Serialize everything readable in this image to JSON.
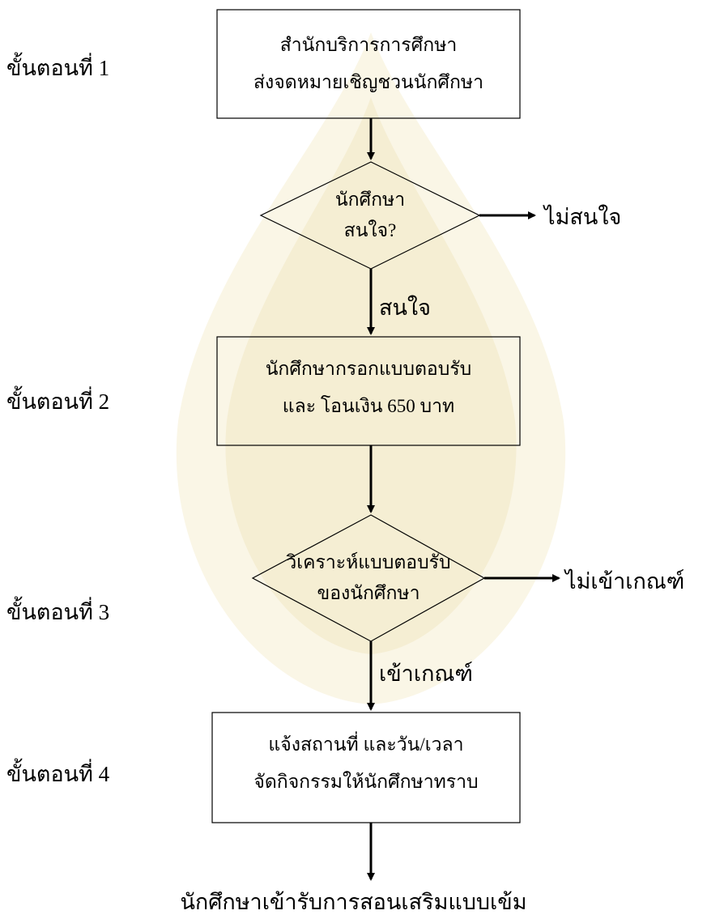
{
  "steps": [
    "ขั้นตอนที่ 1",
    "ขั้นตอนที่ 2",
    "ขั้นตอนที่ 3",
    "ขั้นตอนที่ 4"
  ],
  "box1": {
    "line1": "สำนักบริการการศึกษา",
    "line2": "ส่งจดหมายเชิญชวนนักศึกษา"
  },
  "decision1": {
    "line1": "นักศึกษา",
    "line2": "สนใจ?",
    "no_label": "ไม่สนใจ",
    "yes_label": "สนใจ"
  },
  "box2": {
    "line1": "นักศึกษากรอกแบบตอบรับ",
    "line2": "และ โอนเงิน 650 บาท"
  },
  "decision2": {
    "line1": "วิเคราะห์แบบตอบรับ",
    "line2": "ของนักศึกษา",
    "no_label": "ไม่เข้าเกณฑ์",
    "yes_label": "เข้าเกณฑ์"
  },
  "box3": {
    "line1": "แจ้งสถานที่ และวัน/เวลา",
    "line2": "จัดกิจกรรมให้นักศึกษาทราบ"
  },
  "final_label": "นักศึกษาเข้ารับการสอนเสริมแบบเข้ม",
  "colors": {
    "watermark": "#f3e9c4",
    "stroke": "#000000"
  }
}
